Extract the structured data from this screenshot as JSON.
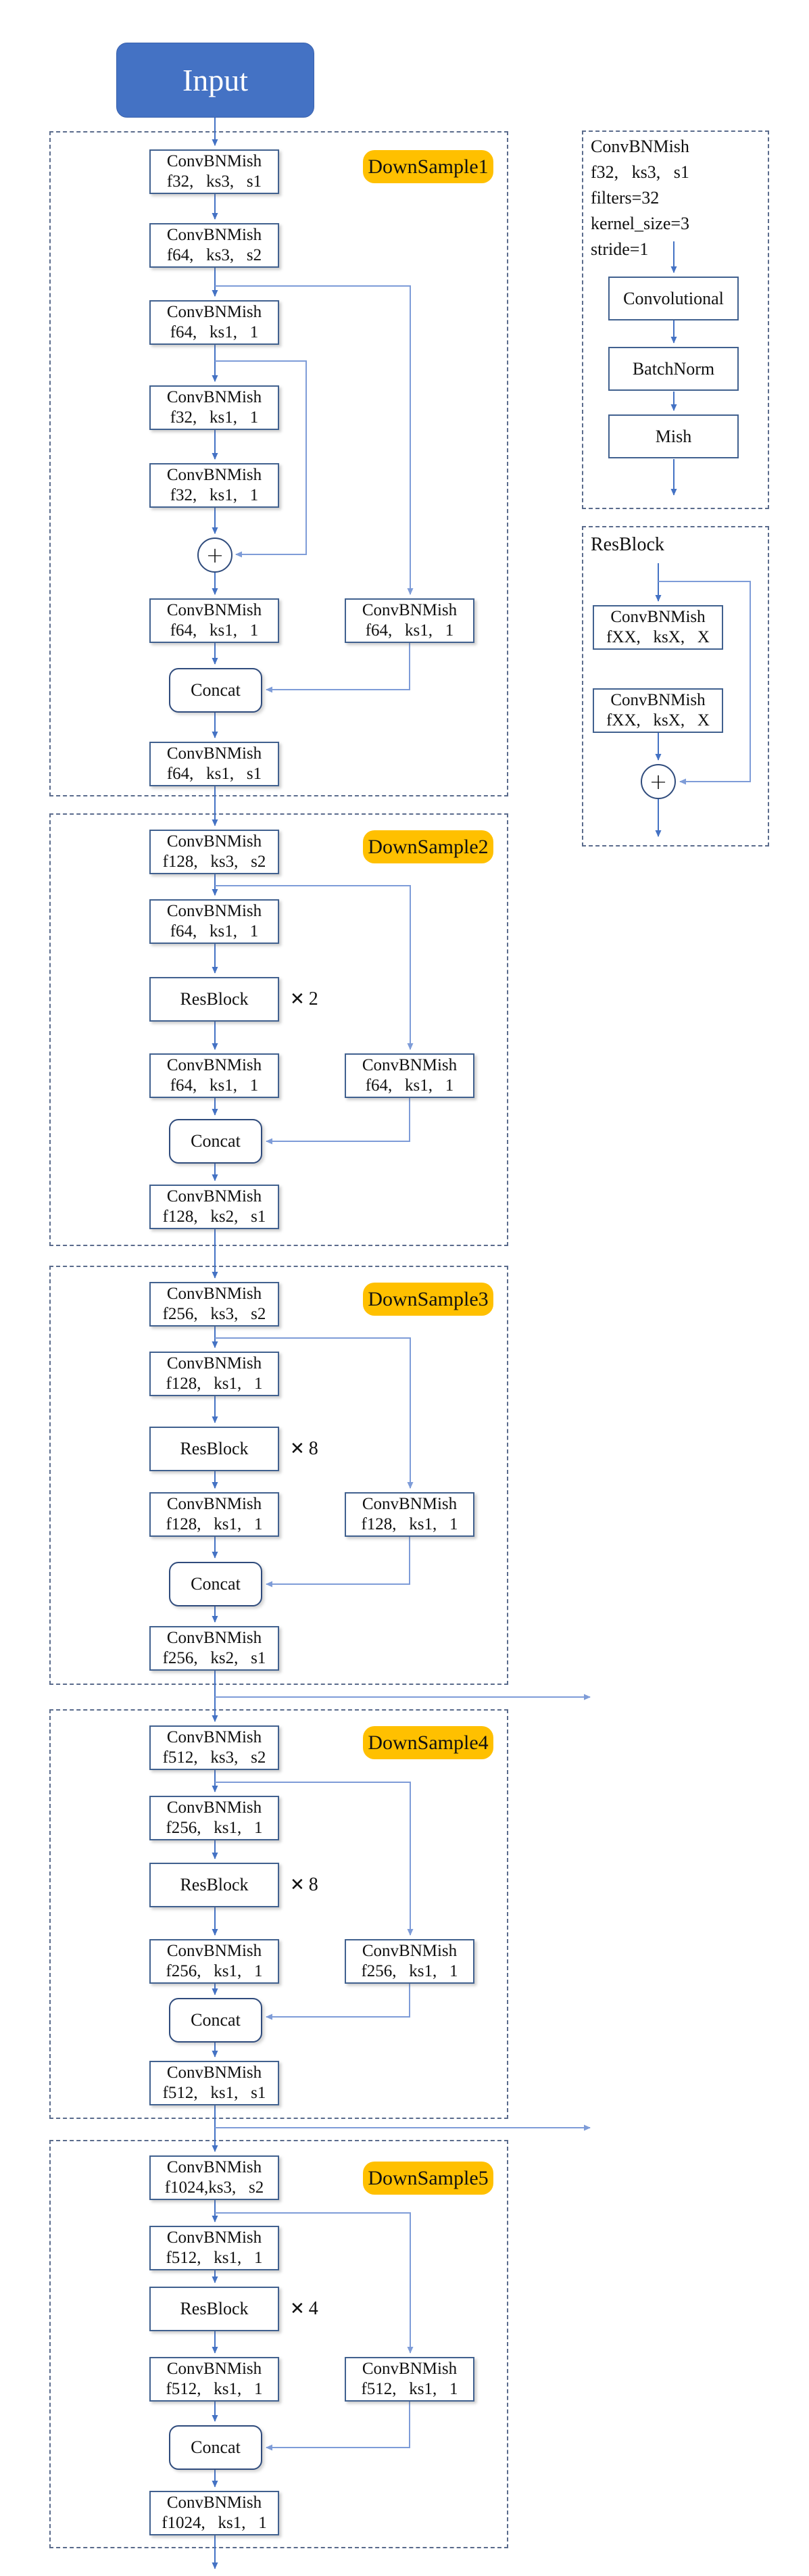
{
  "colors": {
    "input_fill": "#4472C4",
    "badge_fill": "#FFC000",
    "arrow": "#4472C4",
    "arrow_light": "#7E9CD8",
    "box_border": "#41618F",
    "dash_border": "#5A6B8C",
    "concat_border": "#2F4B7C"
  },
  "input": {
    "label": "Input"
  },
  "legend_conv": {
    "line1": "ConvBNMish",
    "line2": "f32, ks3, s1",
    "line3": "filters=32",
    "line4": "kernel_size=3",
    "line5": "stride=1",
    "conv": "Convolutional",
    "bn": "BatchNorm",
    "mish": "Mish"
  },
  "legend_res": {
    "title": "ResBlock",
    "b1_l1": "ConvBNMish",
    "b1_l2": "fXX, ksX, X",
    "b2_l1": "ConvBNMish",
    "b2_l2": "fXX, ksX, X",
    "plus": "+"
  },
  "ds1": {
    "badge": "DownSample1",
    "conv_a_l1": "ConvBNMish",
    "conv_a_l2": "f32, ks3, s1",
    "conv_b_l1": "ConvBNMish",
    "conv_b_l2": "f64, ks3, s2",
    "conv_c_l1": "ConvBNMish",
    "conv_c_l2": "f64, ks1, 1",
    "conv_d_l1": "ConvBNMish",
    "conv_d_l2": "f32, ks1, 1",
    "conv_e_l1": "ConvBNMish",
    "conv_e_l2": "f32, ks1, 1",
    "plus": "+",
    "conv_f_l1": "ConvBNMish",
    "conv_f_l2": "f64, ks1, 1",
    "conv_r_l1": "ConvBNMish",
    "conv_r_l2": "f64, ks1, 1",
    "concat": "Concat",
    "conv_o_l1": "ConvBNMish",
    "conv_o_l2": "f64, ks1, s1"
  },
  "ds2": {
    "badge": "DownSample2",
    "conv_a_l1": "ConvBNMish",
    "conv_a_l2": "f128, ks3, s2",
    "conv_b_l1": "ConvBNMish",
    "conv_b_l2": "f64, ks1, 1",
    "res": "ResBlock",
    "times": "✕",
    "count": "2",
    "conv_c_l1": "ConvBNMish",
    "conv_c_l2": "f64, ks1, 1",
    "conv_r_l1": "ConvBNMish",
    "conv_r_l2": "f64, ks1, 1",
    "concat": "Concat",
    "conv_o_l1": "ConvBNMish",
    "conv_o_l2": "f128, ks2, s1"
  },
  "ds3": {
    "badge": "DownSample3",
    "conv_a_l1": "ConvBNMish",
    "conv_a_l2": "f256, ks3, s2",
    "conv_b_l1": "ConvBNMish",
    "conv_b_l2": "f128, ks1, 1",
    "res": "ResBlock",
    "times": "✕",
    "count": "8",
    "conv_c_l1": "ConvBNMish",
    "conv_c_l2": "f128, ks1, 1",
    "conv_r_l1": "ConvBNMish",
    "conv_r_l2": "f128, ks1, 1",
    "concat": "Concat",
    "conv_o_l1": "ConvBNMish",
    "conv_o_l2": "f256, ks2, s1"
  },
  "ds4": {
    "badge": "DownSample4",
    "conv_a_l1": "ConvBNMish",
    "conv_a_l2": "f512, ks3, s2",
    "conv_b_l1": "ConvBNMish",
    "conv_b_l2": "f256, ks1, 1",
    "res": "ResBlock",
    "times": "✕",
    "count": "8",
    "conv_c_l1": "ConvBNMish",
    "conv_c_l2": "f256, ks1, 1",
    "conv_r_l1": "ConvBNMish",
    "conv_r_l2": "f256, ks1, 1",
    "concat": "Concat",
    "conv_o_l1": "ConvBNMish",
    "conv_o_l2": "f512, ks1, s1"
  },
  "ds5": {
    "badge": "DownSample5",
    "conv_a_l1": "ConvBNMish",
    "conv_a_l2": "f1024,ks3, s2",
    "conv_b_l1": "ConvBNMish",
    "conv_b_l2": "f512, ks1, 1",
    "res": "ResBlock",
    "times": "✕",
    "count": "4",
    "conv_c_l1": "ConvBNMish",
    "conv_c_l2": "f512, ks1, 1",
    "conv_r_l1": "ConvBNMish",
    "conv_r_l2": "f512, ks1, 1",
    "concat": "Concat",
    "conv_o_l1": "ConvBNMish",
    "conv_o_l2": "f1024, ks1, 1"
  }
}
